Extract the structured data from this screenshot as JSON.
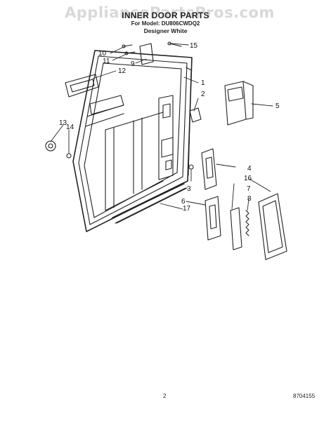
{
  "watermark": "AppliancePartsPros.com",
  "header": {
    "title": "INNER DOOR PARTS",
    "model_line": "For Model: DU806CWDQ2",
    "finish": "Designer White"
  },
  "footer": {
    "page_number": "2",
    "figure_code": "8704155"
  },
  "callouts": {
    "c1": "1",
    "c2": "2",
    "c3": "3",
    "c4": "4",
    "c5": "5",
    "c6": "6",
    "c7": "7",
    "c8": "8",
    "c9": "9",
    "c10": "10",
    "c11": "11",
    "c12": "12",
    "c13": "13",
    "c14": "14",
    "c15": "15",
    "c16": "16",
    "c17": "17"
  },
  "colors": {
    "line": "#222222",
    "watermark": "#d9d9d9",
    "background": "#ffffff"
  }
}
